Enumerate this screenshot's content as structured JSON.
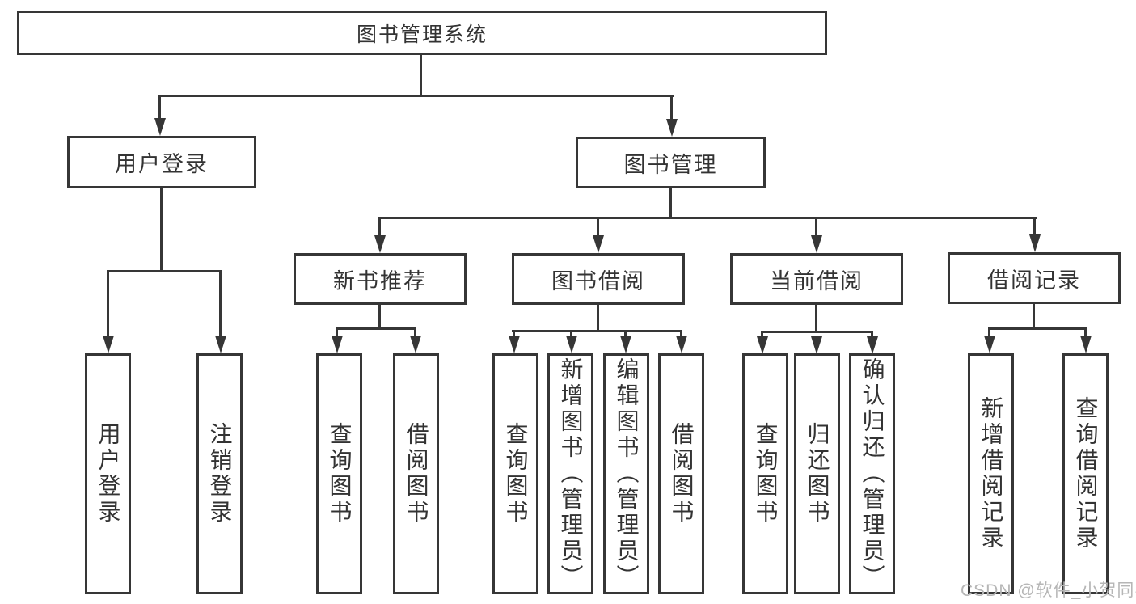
{
  "tree": {
    "root": {
      "label": "图书管理系统"
    },
    "level2": [
      {
        "label": "用户登录",
        "children": [
          {
            "label": "用户登录"
          },
          {
            "label": "注销登录"
          }
        ]
      },
      {
        "label": "图书管理",
        "children": [
          {
            "label": "新书推荐",
            "children": [
              {
                "label": "查询图书"
              },
              {
                "label": "借阅图书"
              }
            ]
          },
          {
            "label": "图书借阅",
            "children": [
              {
                "label": "查询图书"
              },
              {
                "label": "新增图书（管理员）"
              },
              {
                "label": "编辑图书（管理员）"
              },
              {
                "label": "借阅图书"
              }
            ]
          },
          {
            "label": "当前借阅",
            "children": [
              {
                "label": "查询图书"
              },
              {
                "label": "归还图书"
              },
              {
                "label": "确认归还（管理员）"
              }
            ]
          },
          {
            "label": "借阅记录",
            "children": [
              {
                "label": "新增借阅记录"
              },
              {
                "label": "查询借阅记录"
              }
            ]
          }
        ]
      }
    ]
  },
  "watermark": {
    "text": "CSDN @软件_小贺同学"
  },
  "colors": {
    "line": "#363636",
    "text": "#333333",
    "wm": "#b6b6b6",
    "bg": "#ffffff"
  }
}
